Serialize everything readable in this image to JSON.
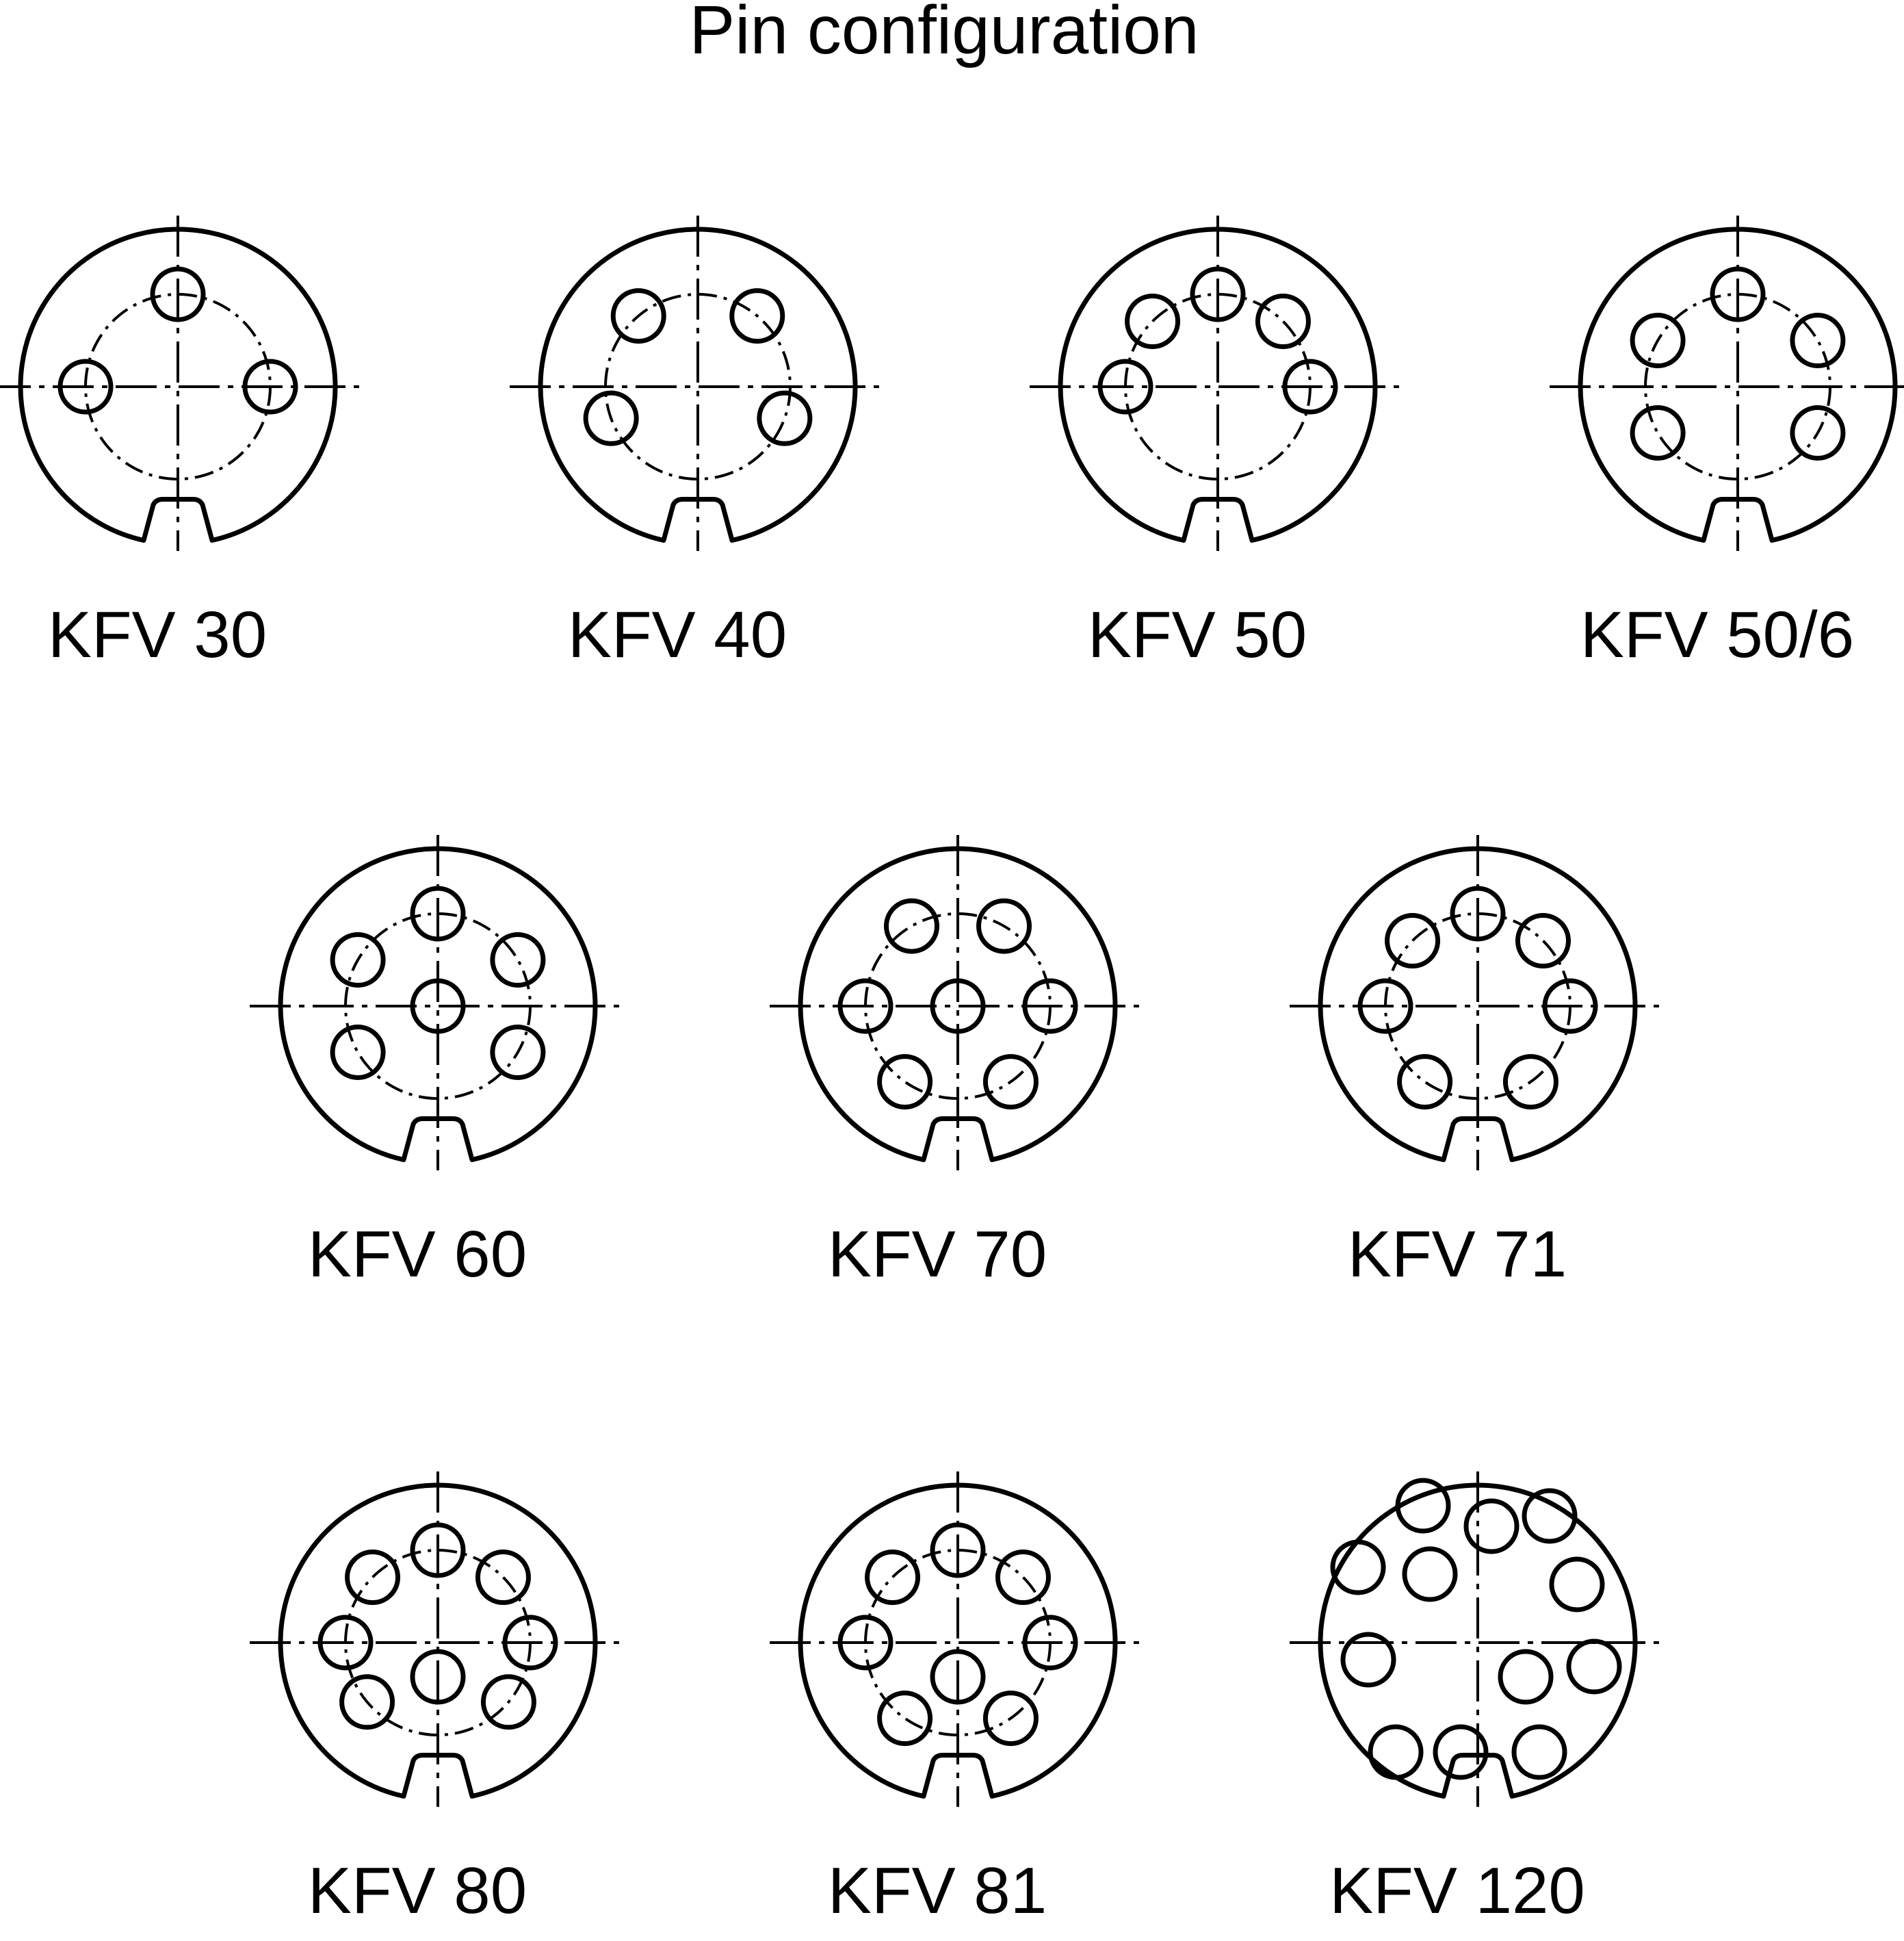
{
  "title": "Pin configuration",
  "connectors": [
    {
      "label": "KFV 30",
      "pins": 3,
      "variant": "ring",
      "pitch_ring": true
    },
    {
      "label": "KFV 40",
      "pins": 4,
      "variant": "ring",
      "pitch_ring": true
    },
    {
      "label": "KFV 50",
      "pins": 5,
      "variant": "ring",
      "pitch_ring": true
    },
    {
      "label": "KFV 50/6",
      "pins": 5,
      "variant": "ring",
      "pitch_ring": true
    },
    {
      "label": "KFV 60",
      "pins": 6,
      "variant": "ring+center",
      "pitch_ring": true
    },
    {
      "label": "KFV 70",
      "pins": 7,
      "variant": "ring+center",
      "pitch_ring": true
    },
    {
      "label": "KFV 71",
      "pins": 7,
      "variant": "ring",
      "pitch_ring": true
    },
    {
      "label": "KFV 80",
      "pins": 8,
      "variant": "ring+center",
      "pitch_ring": true
    },
    {
      "label": "KFV 81",
      "pins": 8,
      "variant": "ring+center",
      "pitch_ring": true
    },
    {
      "label": "KFV 120",
      "pins": 12,
      "variant": "grid",
      "pitch_ring": false
    }
  ]
}
